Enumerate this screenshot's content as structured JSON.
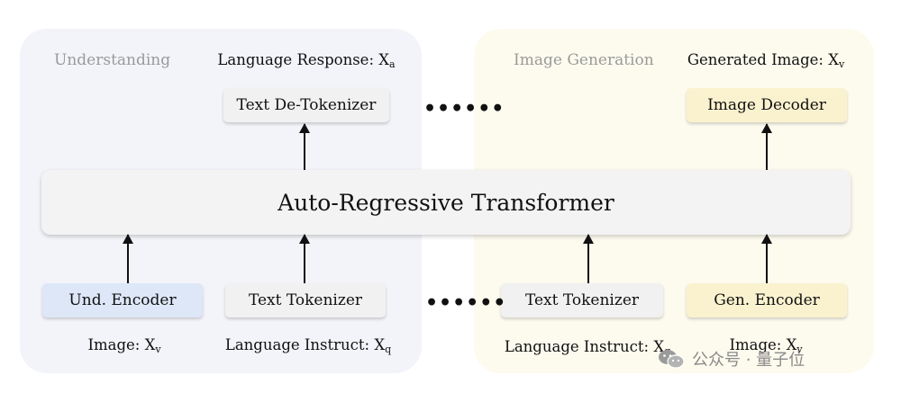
{
  "understanding": {
    "title": "Understanding",
    "output_caption": {
      "text": "Language Response: X",
      "sub": "a"
    },
    "detokenizer": "Text De-Tokenizer",
    "encoder": "Und. Encoder",
    "tokenizer": "Text Tokenizer",
    "image_input": {
      "text": "Image: X",
      "sub": "v"
    },
    "instruct_input": {
      "text": "Language Instruct: X",
      "sub": "q"
    }
  },
  "generation": {
    "title": "Image Generation",
    "output_caption": {
      "text": "Generated Image: X",
      "sub": "v"
    },
    "decoder": "Image Decoder",
    "tokenizer": "Text Tokenizer",
    "encoder": "Gen. Encoder",
    "instruct_input": {
      "text": "Language Instruct: X",
      "sub": "q"
    },
    "image_input": {
      "text": "Image: X",
      "sub": "v"
    }
  },
  "transformer": "Auto-Regressive Transformer",
  "ellipsis_top": "••••••",
  "ellipsis_bottom": "••••••",
  "watermark": "公众号 · 量子位",
  "colors": {
    "understanding_panel": "#f3f4f9",
    "generation_panel": "#fdfbee",
    "und_encoder": "#dde7f7",
    "gen_box": "#faf2cf",
    "gray_box": "#f1f1f1"
  }
}
